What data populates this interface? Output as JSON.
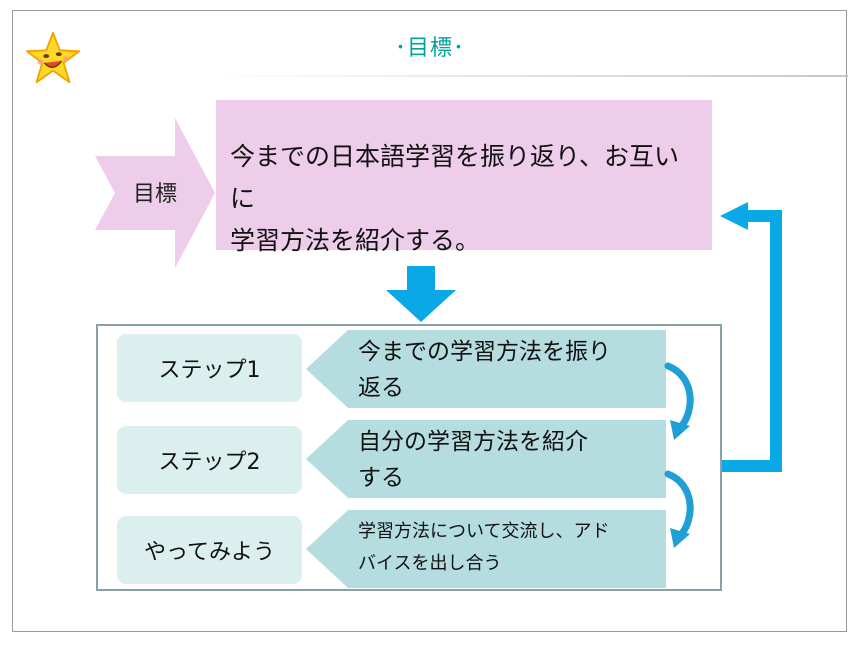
{
  "header": {
    "title": "･目標･"
  },
  "goal": {
    "label": "目標",
    "line1": "今までの日本語学習を振り返り、お互いに",
    "line2": "学習方法を紹介する。"
  },
  "steps": [
    {
      "label": "ステップ1",
      "line1": "今までの学習方法を振り",
      "line2": "返る"
    },
    {
      "label": "ステップ2",
      "line1": "自分の学習方法を紹介",
      "line2": "する"
    },
    {
      "label": "やってみよう",
      "line1": "学習方法について交流し、アド",
      "line2": "バイスを出し合う"
    }
  ],
  "colors": {
    "accent": "#00a39a",
    "goal_fill": "#edcdea",
    "step_label_fill": "#dcefef",
    "step_desc_fill": "#b5dde0",
    "arrow_blue": "#0aa8e6",
    "panel_border": "#8ba1a8"
  },
  "icons": {
    "mascot": "smiling-star-icon"
  }
}
